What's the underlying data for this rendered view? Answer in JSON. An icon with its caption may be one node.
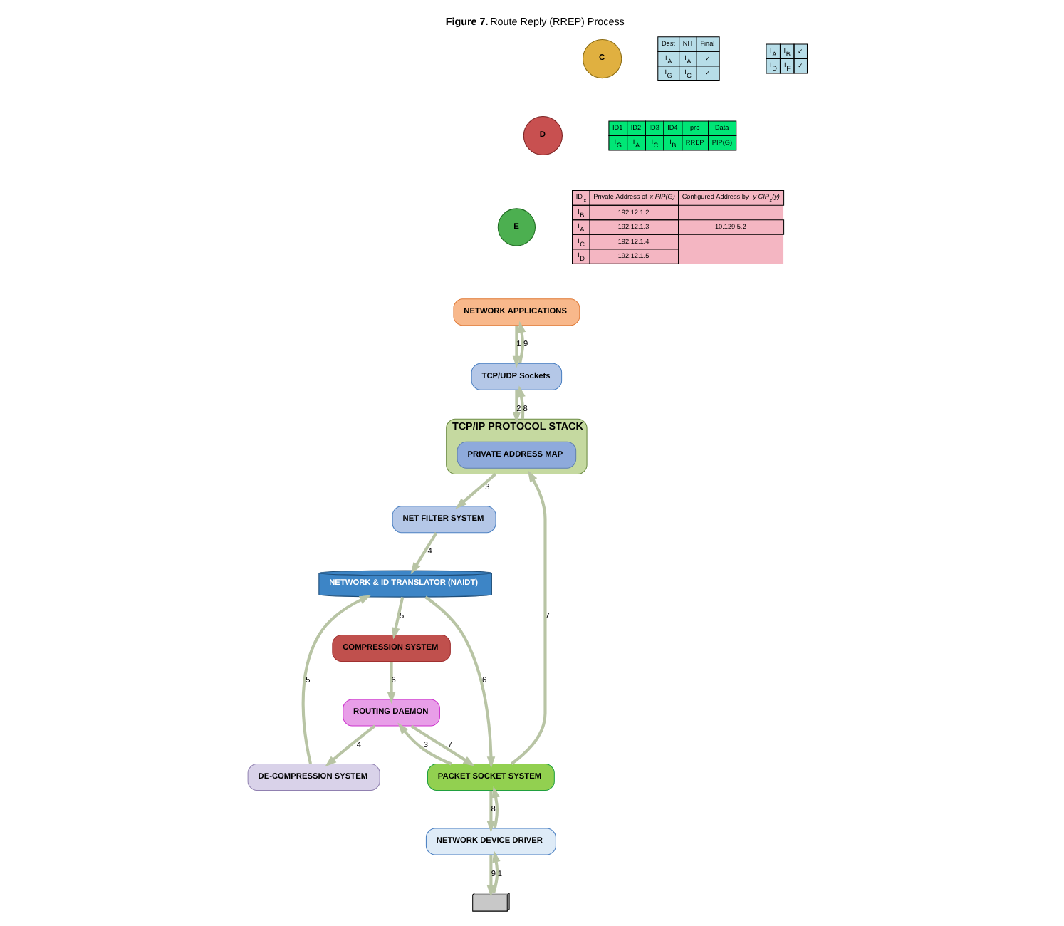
{
  "diagram": {
    "caption": "**Figure 7.** Route Reply (RREP) Process",
    "nodes": [
      {
        "text": [
          "C"
        ]
      },
      {
        "text": [
          "D"
        ]
      },
      {
        "text": [
          "E"
        ]
      },
      {
        "text": [
          "NETWORK APPLICATIONS"
        ]
      },
      {
        "text": [
          "TCP/UDP Sockets"
        ]
      },
      {
        "text": [
          "TCP/IP PROTOCOL STACK"
        ]
      },
      {
        "text": [
          "PRIVATE ADDRESS MAP"
        ],
        "in": 5
      },
      {
        "text": [
          "NET FILTER SYSTEM"
        ]
      },
      {
        "text": [
          "NETWORK & ID TRANSLATOR (NAIDT)"
        ]
      },
      {
        "text": [
          "COMPRESSION SYSTEM"
        ]
      },
      {
        "text": [
          "DE-COMPRESSION SYSTEM"
        ]
      },
      {
        "text": [
          "ROUTING DAEMON"
        ]
      },
      {
        "text": [
          "PACKET SOCKET SYSTEM"
        ]
      },
      {
        "text": [
          "NETWORK DEVICE DRIVER"
        ]
      },
      {
        "text": [],
        "shape": "picture"
      }
    ],
    "edges": [
      {
        "from": 3,
        "to": 4,
        "arrow": "to",
        "label": "1"
      },
      {
        "from": 4,
        "to": 3,
        "arrow": "to",
        "label": "9"
      },
      {
        "from": 4,
        "to": 5,
        "arrow": "to",
        "label": "2"
      },
      {
        "from": 5,
        "to": 4,
        "arrow": "to",
        "label": "8"
      },
      {
        "from": 5,
        "to": 7,
        "arrow": "to",
        "label": "3"
      },
      {
        "from": 7,
        "to": 8,
        "arrow": "to",
        "label": "4"
      },
      {
        "from": 8,
        "to": 9,
        "arrow": "to",
        "label": "5"
      },
      {
        "from": 8,
        "to": 12,
        "arrow": "to",
        "label": "6"
      },
      {
        "from": 10,
        "to": 8,
        "arrow": "to",
        "label": "5"
      },
      {
        "from": 9,
        "to": 11,
        "arrow": "to",
        "label": "6"
      },
      {
        "from": 11,
        "to": 10,
        "arrow": "to",
        "label": "4"
      },
      {
        "from": 11,
        "to": 12,
        "arrow": "to",
        "label": "7"
      },
      {
        "from": 12,
        "to": 11,
        "arrow": "to",
        "label": "3"
      },
      {
        "from": 12,
        "to": 5,
        "arrow": "to",
        "label": "7"
      },
      {
        "from": 12,
        "to": 13,
        "arrow": "to",
        "label": "8"
      },
      {
        "from": 13,
        "to": 12,
        "arrow": "to"
      },
      {
        "from": 13,
        "to": 14,
        "arrow": "to",
        "label": "9"
      },
      {
        "from": 14,
        "to": 13,
        "arrow": "to",
        "label": "1"
      }
    ],
    "labels": [
      "Dest",
      "NH",
      "Final",
      "I$_{A}$",
      "I$_{A}$",
      "✓",
      "I$_{G}$",
      "I$_{C}$",
      "✓",
      "I$_{A}$",
      "I$_{B}$",
      "✓",
      "I$_{D}$",
      "I$_{F}$",
      "✓",
      "ID1",
      "ID2",
      "ID3",
      "ID4",
      "pro",
      "Data",
      "I$_{G}$",
      "I$_{A}$",
      "I$_{C}$",
      "I$_{B}$",
      "RREP",
      "PIP(G)",
      "ID$_{x}$",
      "Private Address of *x PIP(G)*",
      "Configured Address by *y CIP$_{x}$(y)*",
      "I$_{B}$",
      "192.12.1.2",
      "I$_{A}$",
      "192.12.1.3",
      "10.129.5.2",
      "I$_{C}$",
      "192.12.1.4",
      "I$_{D}$",
      "192.12.1.5"
    ]
  }
}
